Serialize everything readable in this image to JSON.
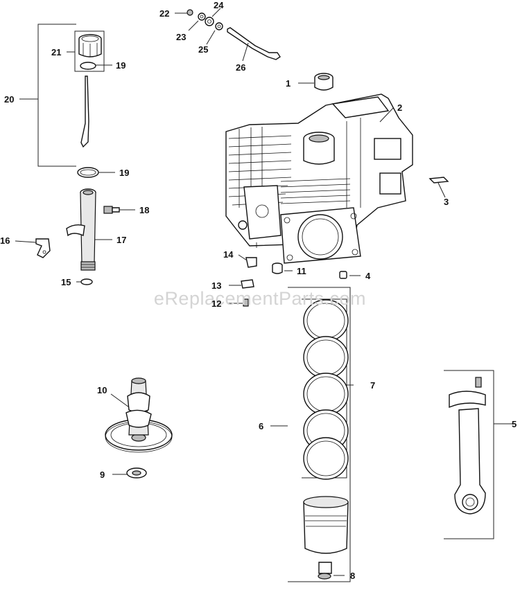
{
  "watermark": "eReplacementParts.com",
  "callouts": [
    {
      "id": "1",
      "text": "1"
    },
    {
      "id": "2",
      "text": "2"
    },
    {
      "id": "3",
      "text": "3"
    },
    {
      "id": "4",
      "text": "4"
    },
    {
      "id": "5",
      "text": "5"
    },
    {
      "id": "6",
      "text": "6"
    },
    {
      "id": "7",
      "text": "7"
    },
    {
      "id": "8",
      "text": "8"
    },
    {
      "id": "9",
      "text": "9"
    },
    {
      "id": "10",
      "text": "10"
    },
    {
      "id": "11",
      "text": "11"
    },
    {
      "id": "12",
      "text": "12"
    },
    {
      "id": "13",
      "text": "13"
    },
    {
      "id": "14",
      "text": "14"
    },
    {
      "id": "15",
      "text": "15"
    },
    {
      "id": "16",
      "text": "16"
    },
    {
      "id": "17",
      "text": "17"
    },
    {
      "id": "18",
      "text": "18"
    },
    {
      "id": "19a",
      "text": "19"
    },
    {
      "id": "19b",
      "text": "19"
    },
    {
      "id": "20",
      "text": "20"
    },
    {
      "id": "21",
      "text": "21"
    },
    {
      "id": "22",
      "text": "22"
    },
    {
      "id": "23",
      "text": "23"
    },
    {
      "id": "24",
      "text": "24"
    },
    {
      "id": "25",
      "text": "25"
    },
    {
      "id": "26",
      "text": "26"
    }
  ]
}
